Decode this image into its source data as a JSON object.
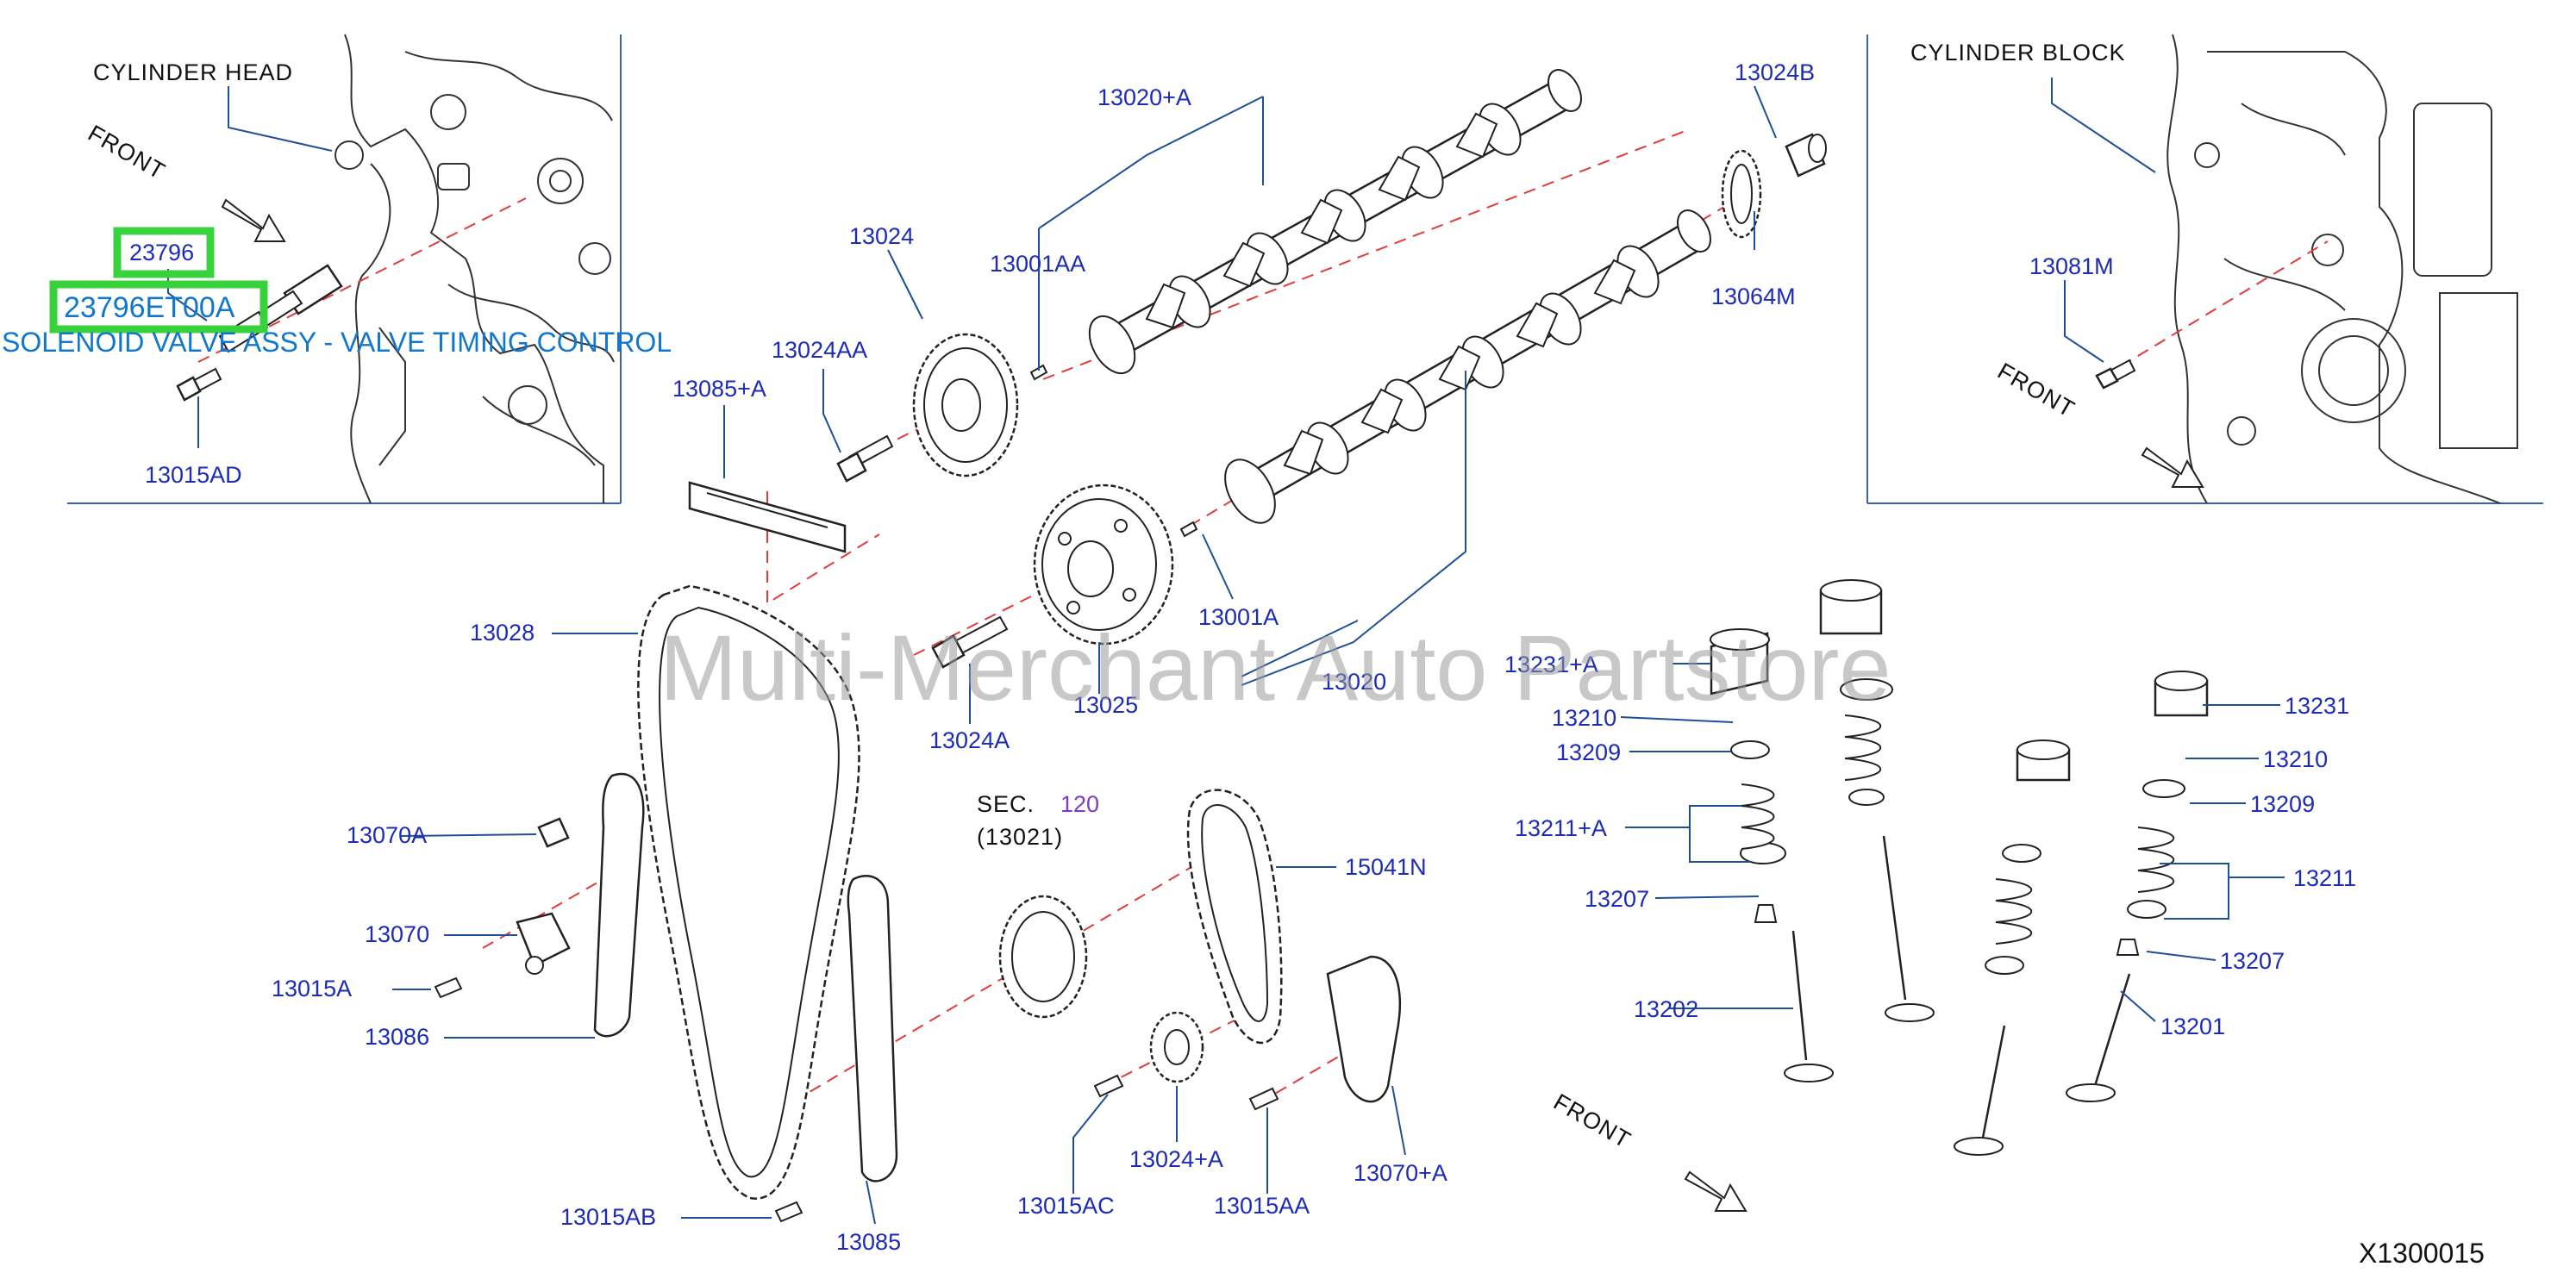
{
  "watermark": "Multi-Merchant Auto Partstore",
  "diagram_id": "X1300015",
  "highlight": {
    "part_number": "23796",
    "oem_number": "23796ET00A",
    "description": "SOLENOID VALVE ASSY - VALVE TIMING CONTROL"
  },
  "callouts": {
    "cylinder_head": "CYLINDER   HEAD",
    "cylinder_block": "CYLINDER   BLOCK",
    "front": "FRONT",
    "sec": "SEC.",
    "sec_num": "120",
    "sec_ref": "(13021)"
  },
  "parts": {
    "p13015AD": "13015AD",
    "p13020A": "13020+A",
    "p13024": "13024",
    "p13001AA": "13001AA",
    "p13024AA": "13024AA",
    "p13085A": "13085+A",
    "p13024B": "13024B",
    "p13064M": "13064M",
    "p13081M": "13081M",
    "p13028": "13028",
    "p13001A": "13001A",
    "p13020": "13020",
    "p13025": "13025",
    "p13024A": "13024A",
    "p13070A": "13070A",
    "p13070": "13070",
    "p13015A": "13015A",
    "p13086": "13086",
    "p13015AB": "13015AB",
    "p13085": "13085",
    "p15041N": "15041N",
    "p13015AC": "13015AC",
    "p13024A2": "13024+A",
    "p13015AA": "13015AA",
    "p13070A2": "13070+A",
    "p13231A": "13231+A",
    "p13210": "13210",
    "p13209": "13209",
    "p13211A": "13211+A",
    "p13207": "13207",
    "p13202": "13202",
    "p13231": "13231",
    "p13210b": "13210",
    "p13209b": "13209",
    "p13211": "13211",
    "p13207b": "13207",
    "p13201": "13201"
  },
  "colors": {
    "label": "#1c2bb8",
    "leader": "#1f4f99",
    "centerline": "#e23b3b",
    "highlight": "#37d23c",
    "highlight_text": "#1177cc"
  }
}
